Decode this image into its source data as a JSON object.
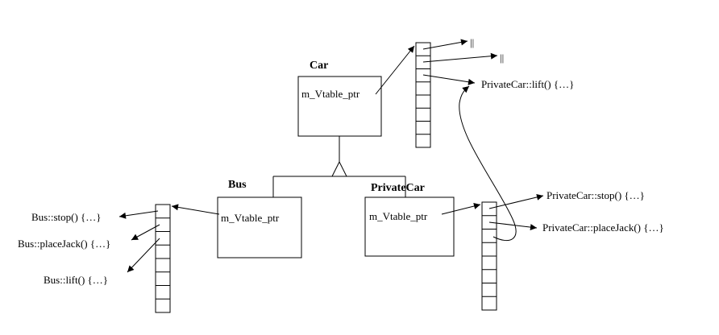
{
  "classes": {
    "car": {
      "title": "Car",
      "field": "m_Vtable_ptr"
    },
    "bus": {
      "title": "Bus",
      "field": "m_Vtable_ptr"
    },
    "private_car": {
      "title": "PrivateCar",
      "field": "m_Vtable_ptr"
    }
  },
  "targets": {
    "car_null_1": "||",
    "car_null_2": "||",
    "private_car_lift": "PrivateCar::lift() {…}",
    "private_car_stop": "PrivateCar::stop() {…}",
    "private_car_placejack": "PrivateCar::placeJack() {…}",
    "bus_stop": "Bus::stop() {…}",
    "bus_placejack": "Bus::placeJack() {…}",
    "bus_lift": "Bus::lift() {…}"
  }
}
